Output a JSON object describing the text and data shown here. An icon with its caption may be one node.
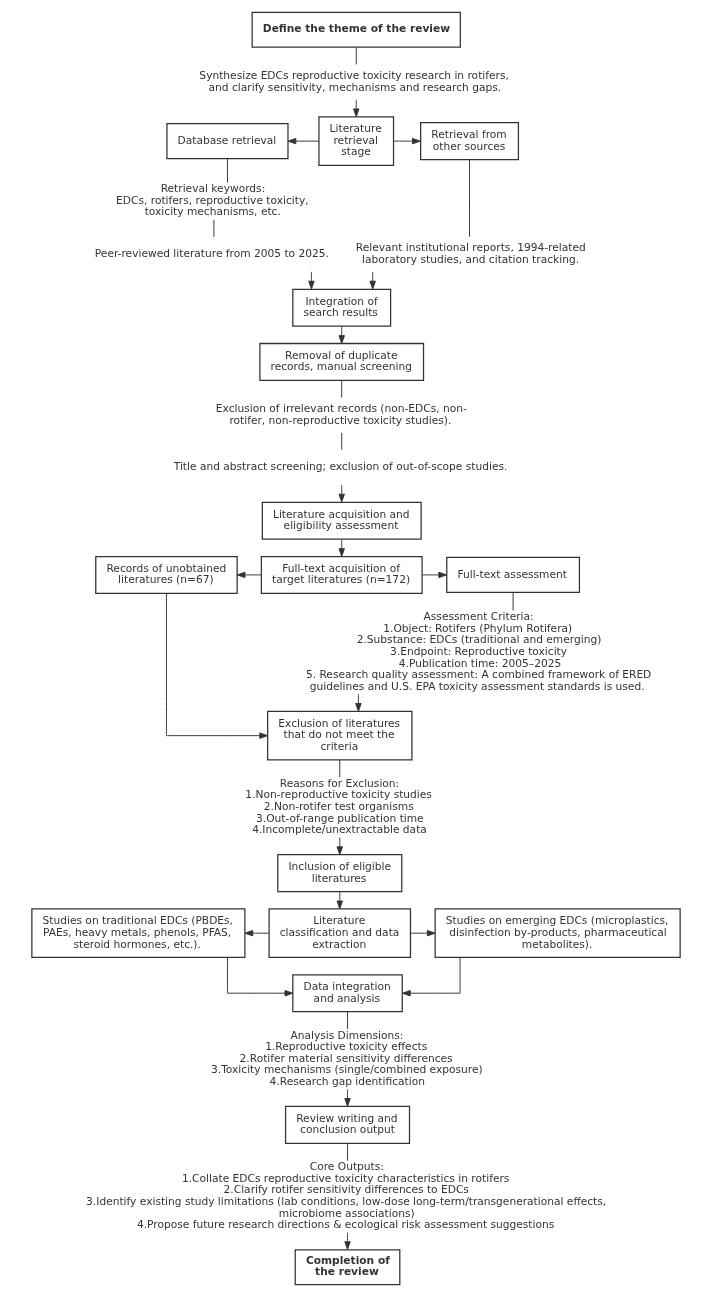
{
  "diagram": {
    "nodes": [
      {
        "text": [
          "Define the theme of the review"
        ]
      },
      {
        "text": [
          "Synthesize EDCs reproductive toxicity research in rotifers, and clarify sensitivity, mechanisms and research gaps."
        ]
      },
      {
        "text": [
          "Literature retrieval stage"
        ]
      },
      {
        "text": [
          "Database retrieval"
        ]
      },
      {
        "text": [
          "Retrieval from other sources"
        ]
      },
      {
        "text": [
          "Retrieval keywords:",
          "EDCs, rotifers, reproductive toxicity, toxicity mechanisms, etc."
        ]
      },
      {
        "text": [
          "Peer-reviewed literature from 2005 to 2025."
        ]
      },
      {
        "text": [
          "Relevant institutional reports, 1994-related laboratory studies, and citation tracking."
        ]
      },
      {
        "text": [
          "Integration of search results"
        ]
      },
      {
        "text": [
          "Removal of duplicate records, manual screening"
        ]
      },
      {
        "text": [
          "Exclusion of irrelevant records (non-EDCs, non-rotifer, non-reproductive toxicity studies)."
        ]
      },
      {
        "text": [
          "Title and abstract screening; exclusion of out-of-scope studies."
        ]
      },
      {
        "text": [
          "Literature acquisition and eligibility assessment"
        ]
      },
      {
        "text": [
          "Full-text acquisition of target literatures (n=172)"
        ]
      },
      {
        "text": [
          "Records of unobtained literatures (n=67)"
        ]
      },
      {
        "text": [
          "Full-text assessment"
        ]
      },
      {
        "text": [
          "Assessment Criteria:",
          "1.Object: Rotifers (Phylum Rotifera)",
          "2.Substance: EDCs (traditional and emerging)",
          "3.Endpoint: Reproductive toxicity",
          "4.Publication time: 2005–2025",
          "5. Research quality assessment: A combined framework of ERED guidelines and U.S. EPA toxicity assessment standards is used."
        ]
      },
      {
        "text": [
          "Exclusion of literatures that do not meet the criteria"
        ]
      },
      {
        "text": [
          "Reasons for Exclusion:",
          "1.Non-reproductive toxicity studies",
          "2.Non-rotifer test organisms",
          "3.Out-of-range publication time",
          "4.Incomplete/unextractable data"
        ]
      },
      {
        "text": [
          "Inclusion of eligible literatures"
        ]
      },
      {
        "text": [
          "Literature classification and data extraction"
        ]
      },
      {
        "text": [
          "Studies on traditional EDCs (PBDEs, PAEs, heavy metals, phenols, PFAS, steroid hormones, etc.)."
        ]
      },
      {
        "text": [
          "Studies on emerging EDCs (microplastics, disinfection by-products, pharmaceutical metabolites)."
        ]
      },
      {
        "text": [
          "Data integration and analysis"
        ]
      },
      {
        "text": [
          "Analysis Dimensions:",
          "1.Reproductive toxicity effects",
          "2.Rotifer material sensitivity differences",
          "3.Toxicity mechanisms (single/combined exposure)",
          "4.Research gap identification"
        ]
      },
      {
        "text": [
          "Review writing and conclusion output"
        ]
      },
      {
        "text": [
          "Core Outputs:",
          "1.Collate EDCs reproductive toxicity characteristics in rotifers",
          "2.Clarify rotifer sensitivity differences to EDCs",
          "3.Identify existing study limitations (lab conditions, low-dose long-term/transgenerational effects, microbiome associations)",
          "4.Propose future research directions & ecological risk assessment suggestions"
        ]
      },
      {
        "text": [
          "Completion of the review"
        ]
      }
    ],
    "edges": [
      {
        "from": 0,
        "to": 1,
        "arrow": "none"
      },
      {
        "from": 1,
        "to": 2,
        "arrow": "to"
      },
      {
        "from": 2,
        "to": 3,
        "arrow": "to"
      },
      {
        "from": 2,
        "to": 4,
        "arrow": "to"
      },
      {
        "from": 3,
        "to": 5,
        "arrow": "none"
      },
      {
        "from": 5,
        "to": 6,
        "arrow": "none"
      },
      {
        "from": 6,
        "to": 8,
        "arrow": "to"
      },
      {
        "from": 4,
        "to": 7,
        "arrow": "none"
      },
      {
        "from": 7,
        "to": 8,
        "arrow": "to"
      },
      {
        "from": 8,
        "to": 9,
        "arrow": "to"
      },
      {
        "from": 9,
        "to": 10,
        "arrow": "none"
      },
      {
        "from": 10,
        "to": 11,
        "arrow": "none"
      },
      {
        "from": 11,
        "to": 12,
        "arrow": "to"
      },
      {
        "from": 12,
        "to": 13,
        "arrow": "to"
      },
      {
        "from": 13,
        "to": 14,
        "arrow": "to"
      },
      {
        "from": 13,
        "to": 15,
        "arrow": "to"
      },
      {
        "from": 14,
        "to": 17,
        "arrow": "to"
      },
      {
        "from": 15,
        "to": 16,
        "arrow": "none"
      },
      {
        "from": 16,
        "to": 17,
        "arrow": "to"
      },
      {
        "from": 17,
        "to": 18,
        "arrow": "none"
      },
      {
        "from": 18,
        "to": 19,
        "arrow": "to"
      },
      {
        "from": 19,
        "to": 20,
        "arrow": "to"
      },
      {
        "from": 20,
        "to": 21,
        "arrow": "to"
      },
      {
        "from": 20,
        "to": 22,
        "arrow": "to"
      },
      {
        "from": 21,
        "to": 23,
        "arrow": "to"
      },
      {
        "from": 22,
        "to": 23,
        "arrow": "to"
      },
      {
        "from": 23,
        "to": 24,
        "arrow": "none"
      },
      {
        "from": 24,
        "to": 25,
        "arrow": "to"
      },
      {
        "from": 25,
        "to": 26,
        "arrow": "none"
      },
      {
        "from": 26,
        "to": 27,
        "arrow": "to"
      }
    ]
  }
}
